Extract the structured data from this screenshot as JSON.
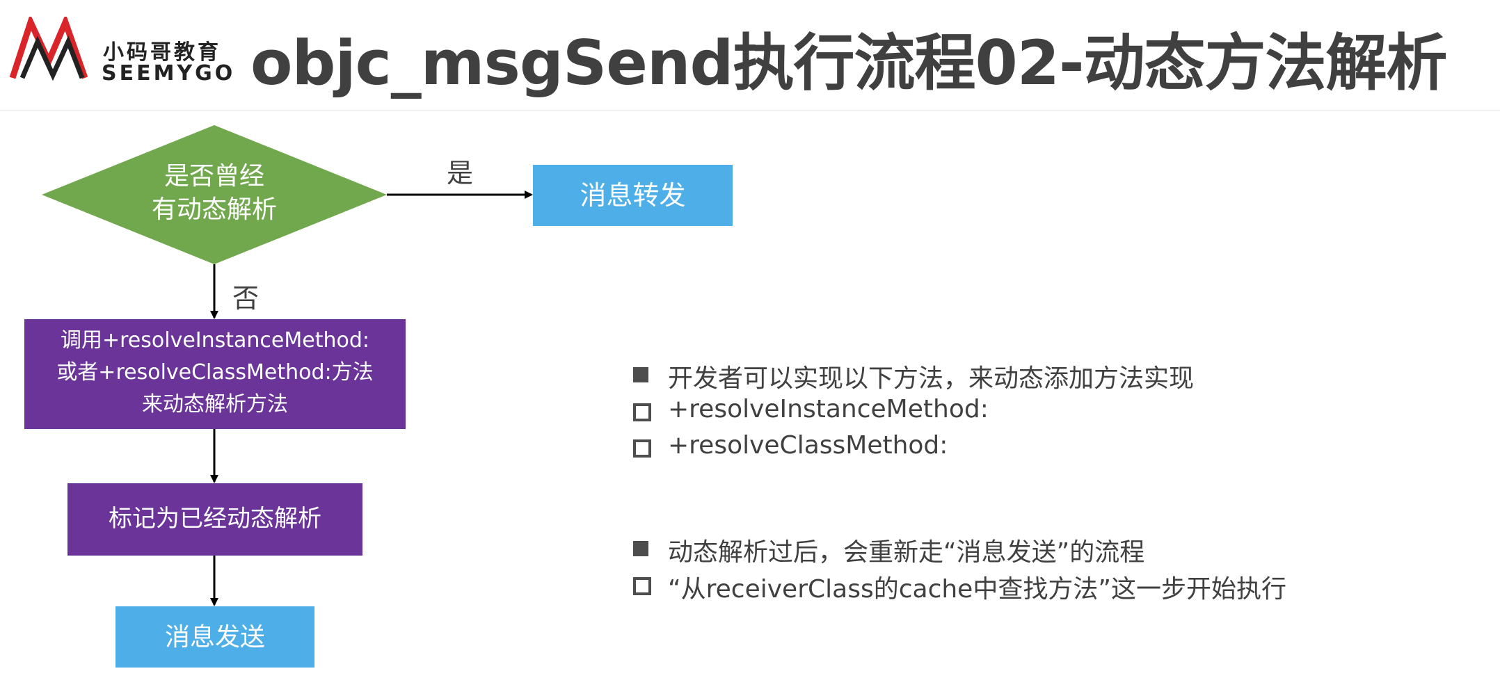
{
  "header": {
    "logo_cn": "小码哥教育",
    "logo_en": "SEEMYGO",
    "title": "objc_msgSend执行流程02-动态方法解析"
  },
  "flow": {
    "decision_line1": "是否曾经",
    "decision_line2": "有动态解析",
    "yes_label": "是",
    "no_label": "否",
    "forward_box": "消息转发",
    "resolve_line1": "调用+resolveInstanceMethod:",
    "resolve_line2": "或者+resolveClassMethod:方法",
    "resolve_line3": "来动态解析方法",
    "mark_box": "标记为已经动态解析",
    "send_box": "消息发送"
  },
  "notes": {
    "b1": "开发者可以实现以下方法，来动态添加方法实现",
    "b1_sub1": "+resolveInstanceMethod:",
    "b1_sub2": "+resolveClassMethod:",
    "b2": "动态解析过后，会重新走“消息发送”的流程",
    "b2_sub1": "“从receiverClass的cache中查找方法”这一步开始执行"
  },
  "colors": {
    "decision": "#72a84d",
    "forward": "#4eaee8",
    "purple": "#6a3499",
    "send": "#4eaee8",
    "text": "#404040"
  }
}
